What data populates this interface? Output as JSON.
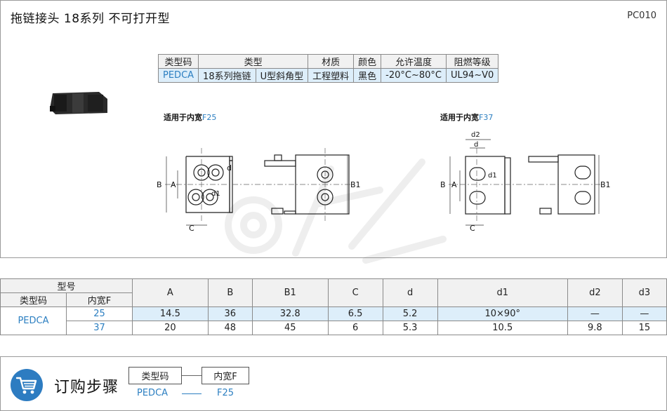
{
  "header": {
    "title": "拖链接头   18系列   不可打开型",
    "code": "PC010"
  },
  "spec_table": {
    "headers": [
      "类型码",
      "类型",
      "材质",
      "颜色",
      "允许温度",
      "阻燃等级"
    ],
    "row": [
      "PEDCA",
      "18系列拖链",
      "U型斜角型",
      "工程塑料",
      "黑色",
      "-20°C~80°C",
      "UL94~V0"
    ]
  },
  "drawings": {
    "label_f25_prefix": "适用于内宽",
    "label_f25_value": "F25",
    "label_f37_prefix": "适用于内宽",
    "label_f37_value": "F37",
    "dims": {
      "B": "B",
      "A": "A",
      "d": "d",
      "d1": "d1",
      "B1": "B1",
      "C": "C",
      "d2": "d2"
    }
  },
  "main_table": {
    "group_header": "型号",
    "sub_headers": [
      "类型码",
      "内宽F"
    ],
    "columns": [
      "A",
      "B",
      "B1",
      "C",
      "d",
      "d1",
      "d2",
      "d3"
    ],
    "type_code": "PEDCA",
    "rows": [
      {
        "width": "25",
        "values": [
          "14.5",
          "36",
          "32.8",
          "6.5",
          "5.2",
          "10×90°",
          "—",
          "—"
        ]
      },
      {
        "width": "37",
        "values": [
          "20",
          "48",
          "45",
          "6",
          "5.3",
          "10.5",
          "9.8",
          "15"
        ]
      }
    ]
  },
  "order": {
    "title": "订购步骤",
    "box1": "类型码",
    "box2": "内宽F",
    "val1": "PEDCA",
    "val2": "F25",
    "cart_icon": "shopping-cart-icon",
    "accent": "#2d7cc1"
  }
}
